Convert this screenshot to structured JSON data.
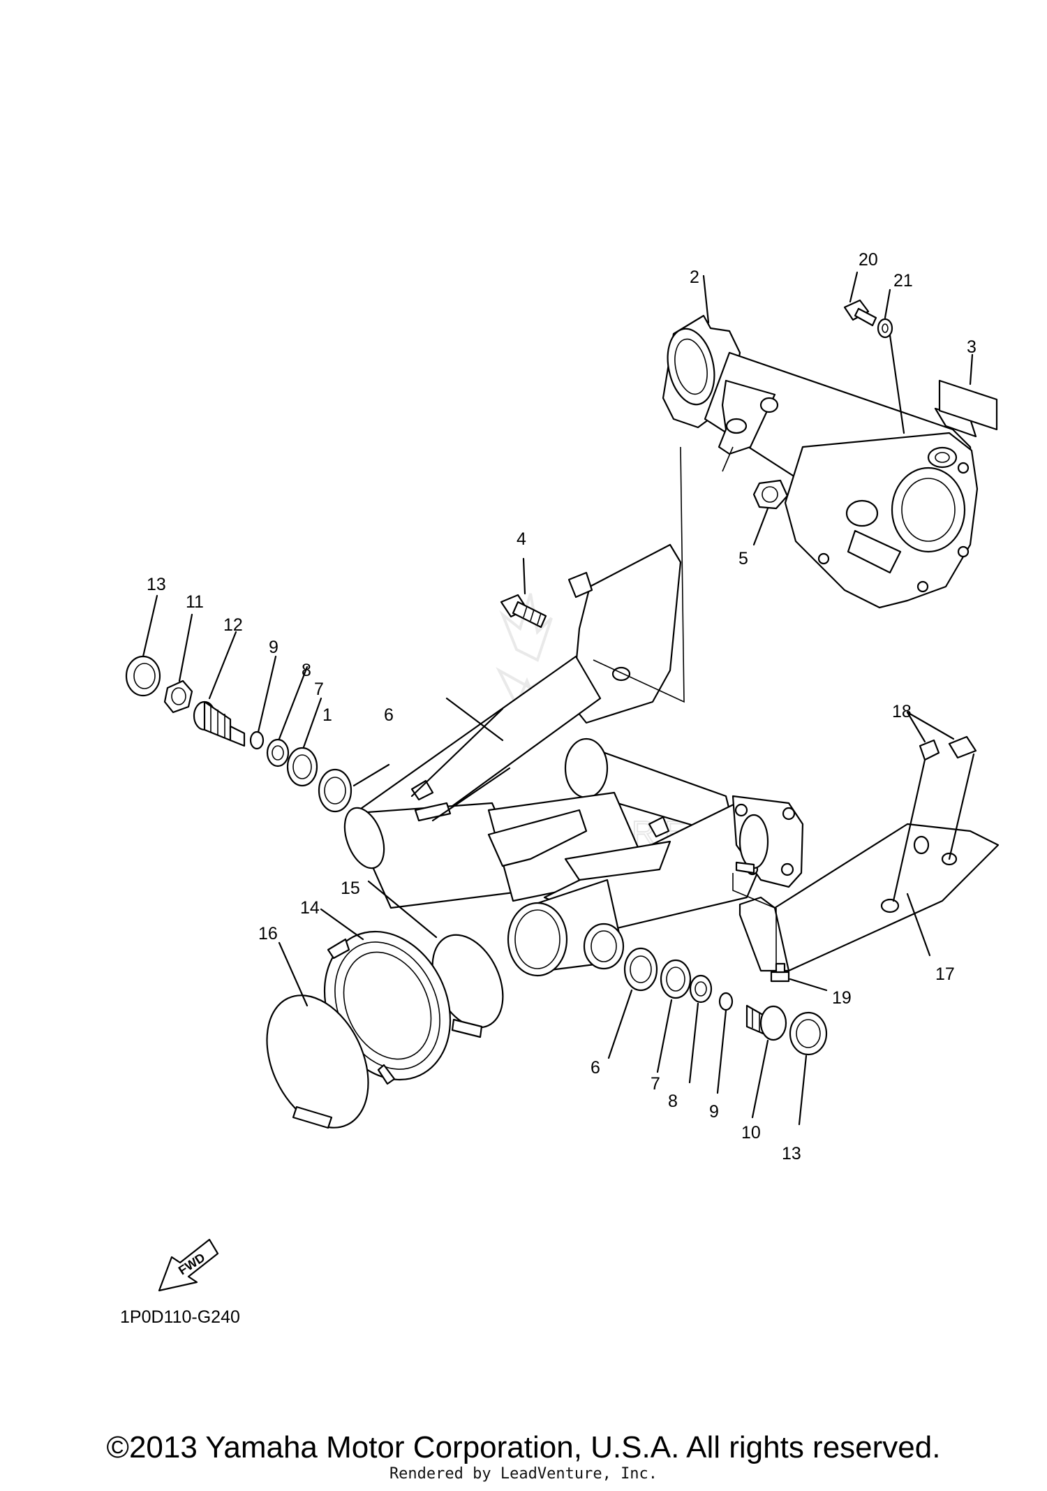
{
  "callouts": [
    "1",
    "2",
    "3",
    "4",
    "5",
    "6",
    "7",
    "8",
    "9",
    "10",
    "11",
    "12",
    "13",
    "14",
    "15",
    "16",
    "17",
    "18",
    "19",
    "20",
    "21"
  ],
  "callouts_lower": [
    "6",
    "7",
    "8",
    "9",
    "10",
    "13"
  ],
  "fwd_label": "FWD",
  "diagram_code": "1P0D110-G240",
  "watermark_text": "LEADVENTURE",
  "copyright": "©2013 Yamaha Motor Corporation, U.S.A. All rights reserved.",
  "rendered_by": "Rendered by LeadVenture, Inc."
}
